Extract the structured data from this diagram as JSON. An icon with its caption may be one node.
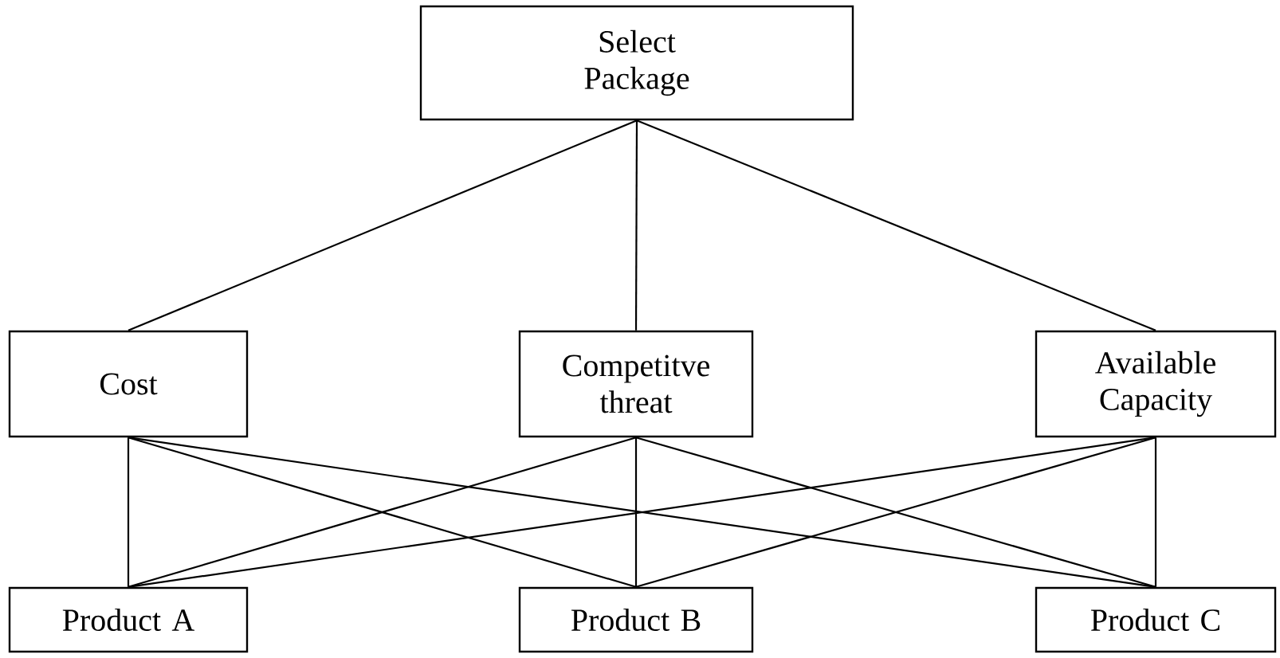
{
  "diagram": {
    "nodes": [
      {
        "text": [
          "Select Package"
        ]
      },
      {
        "text": [
          "Cost"
        ]
      },
      {
        "text": [
          "Competitve threat"
        ]
      },
      {
        "text": [
          "Available Capacity"
        ]
      },
      {
        "text": [
          "Product A"
        ]
      },
      {
        "text": [
          "Product B"
        ]
      },
      {
        "text": [
          "Product C"
        ]
      }
    ],
    "edges": [
      {
        "from": 0,
        "to": 1,
        "arrow": "none"
      },
      {
        "from": 0,
        "to": 2,
        "arrow": "none"
      },
      {
        "from": 0,
        "to": 3,
        "arrow": "none"
      },
      {
        "from": 1,
        "to": 4,
        "arrow": "none"
      },
      {
        "from": 1,
        "to": 5,
        "arrow": "none"
      },
      {
        "from": 1,
        "to": 6,
        "arrow": "none"
      },
      {
        "from": 2,
        "to": 4,
        "arrow": "none"
      },
      {
        "from": 2,
        "to": 5,
        "arrow": "none"
      },
      {
        "from": 2,
        "to": 6,
        "arrow": "none"
      },
      {
        "from": 3,
        "to": 4,
        "arrow": "none"
      },
      {
        "from": 3,
        "to": 5,
        "arrow": "none"
      },
      {
        "from": 3,
        "to": 6,
        "arrow": "none"
      }
    ]
  }
}
